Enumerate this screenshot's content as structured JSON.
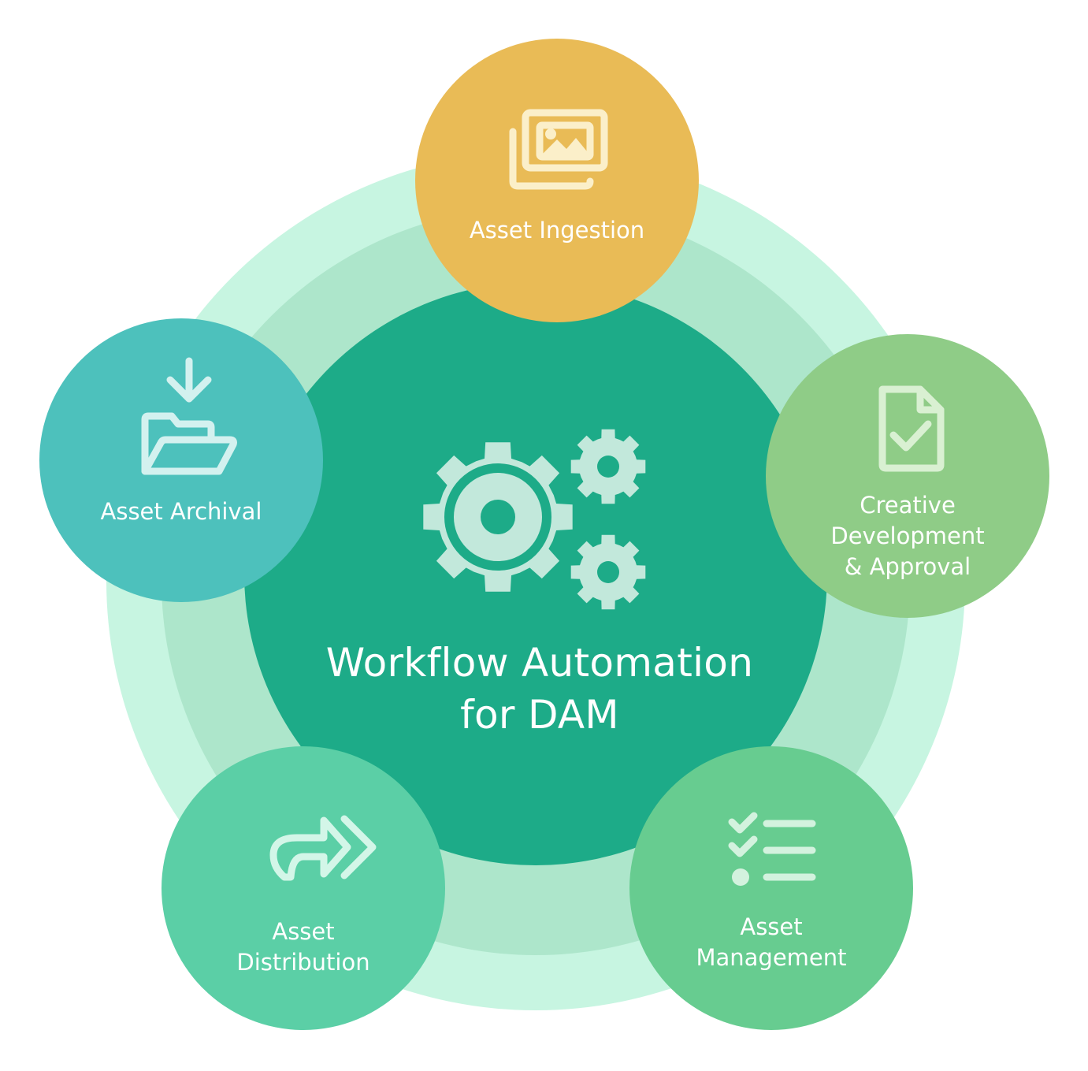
{
  "colors": {
    "ring_outer": "#c7f5e1",
    "ring_middle": "#ade6cb",
    "core": "#1dab88",
    "gear": "#c2e8db",
    "ingestion": "#e9bb56",
    "creative": "#8fcc87",
    "management": "#67cc90",
    "distribution": "#5bcfa6",
    "archival": "#4dc1bc",
    "icon_ingestion": "#fbefc9",
    "icon_creative": "#d9f0d2",
    "icon_management": "#d3f2de",
    "icon_distribution": "#d3f6e8",
    "icon_archival": "#d3f1ef"
  },
  "hub": {
    "title": "Workflow Automation\nfor DAM",
    "icon": "gears-icon"
  },
  "stages": [
    {
      "id": "ingestion",
      "label": "Asset Ingestion",
      "icon": "images-icon"
    },
    {
      "id": "creative",
      "label": "Creative\nDevelopment\n& Approval",
      "icon": "document-check-icon"
    },
    {
      "id": "management",
      "label": "Asset\nManagement",
      "icon": "checklist-icon"
    },
    {
      "id": "distribution",
      "label": "Asset\nDistribution",
      "icon": "share-forward-icon"
    },
    {
      "id": "archival",
      "label": "Asset Archival",
      "icon": "folder-download-icon"
    }
  ]
}
